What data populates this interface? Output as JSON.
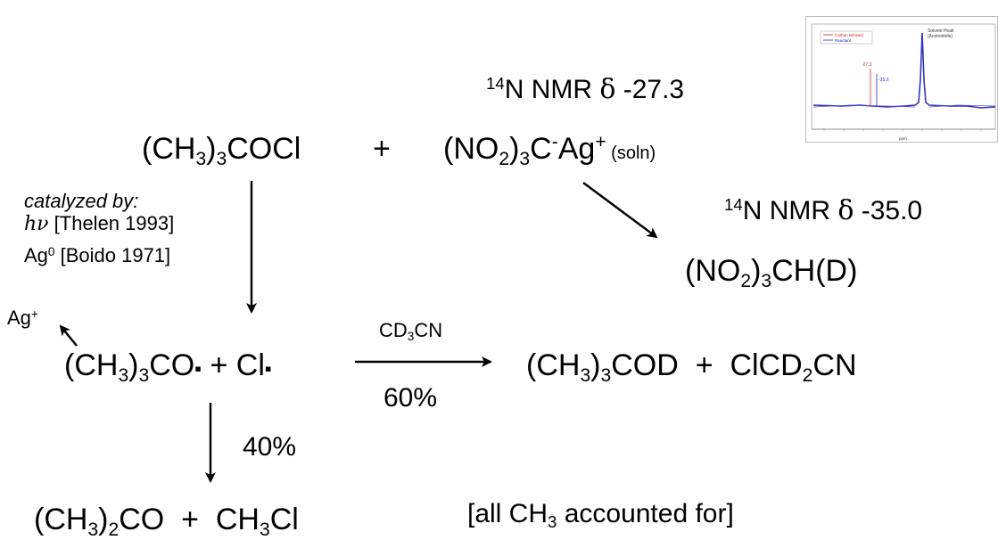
{
  "reactant1": {
    "main": "(CH",
    "sub1": "3",
    "close": ")",
    "sub2": "3",
    "rest": "COCl"
  },
  "plus1": "+",
  "reactant2": {
    "open": "(NO",
    "sub1": "2",
    "close": ")",
    "sub2": "3",
    "c": "C",
    "csup": "-",
    "ag": "Ag",
    "agsup": "+",
    "soln": " (soln)"
  },
  "nmr1": {
    "iso": "14",
    "text": "N NMR ",
    "delta": "δ",
    "value": " -27.3"
  },
  "nmr2": {
    "iso": "14",
    "text": "N NMR ",
    "delta": "δ",
    "value": " -35.0"
  },
  "product_nitroform": {
    "open": "(NO",
    "sub1": "2",
    "close": ")",
    "sub2": "3",
    "rest": "CH(D)"
  },
  "catalyzed": {
    "title": "catalyzed by:",
    "hv": "hν",
    "hv_ref": " [Thelen 1993]",
    "ag0": "Ag",
    "ag0_sup": "0",
    "ag0_ref": " [Boido 1971]"
  },
  "ag_plus": {
    "text": "Ag",
    "sup": "+"
  },
  "radicals": {
    "open": "(CH",
    "sub1": "3",
    "close": ")",
    "sub2": "3",
    "co": "CO",
    "dot": "▪",
    "plus": " + ",
    "cl": "Cl",
    "dot2": "▪"
  },
  "solvent": {
    "main": "CD",
    "sub": "3",
    "rest": "CN"
  },
  "yield60": "60%",
  "yield40": "40%",
  "product_cod": {
    "open": "(CH",
    "sub1": "3",
    "close": ")",
    "sub2": "3",
    "cod": "COD",
    "plus": "  +  ",
    "cl": "ClCD",
    "sub3": "2",
    "cn": "CN"
  },
  "product_acetone": {
    "open": "(CH",
    "sub1": "3",
    "close": ")",
    "sub2": "2",
    "co": "CO",
    "plus": "  +  ",
    "me": "CH",
    "sub3": "3",
    "cl": "Cl"
  },
  "accounted": {
    "open": "[all CH",
    "sub": "3",
    "rest": " accounted for]"
  },
  "spectrum": {
    "legend": [
      "Carbon Nitrated",
      "Reactant"
    ],
    "solvent_label": [
      "Solvent Peak",
      "(Acetonitrile)"
    ],
    "peak1": "-27.3",
    "peak2": "-35.0",
    "x_label": "ppm",
    "colors": {
      "trace": "#3333bb",
      "peak1": "#cc2222",
      "peak2": "#2222cc"
    }
  }
}
